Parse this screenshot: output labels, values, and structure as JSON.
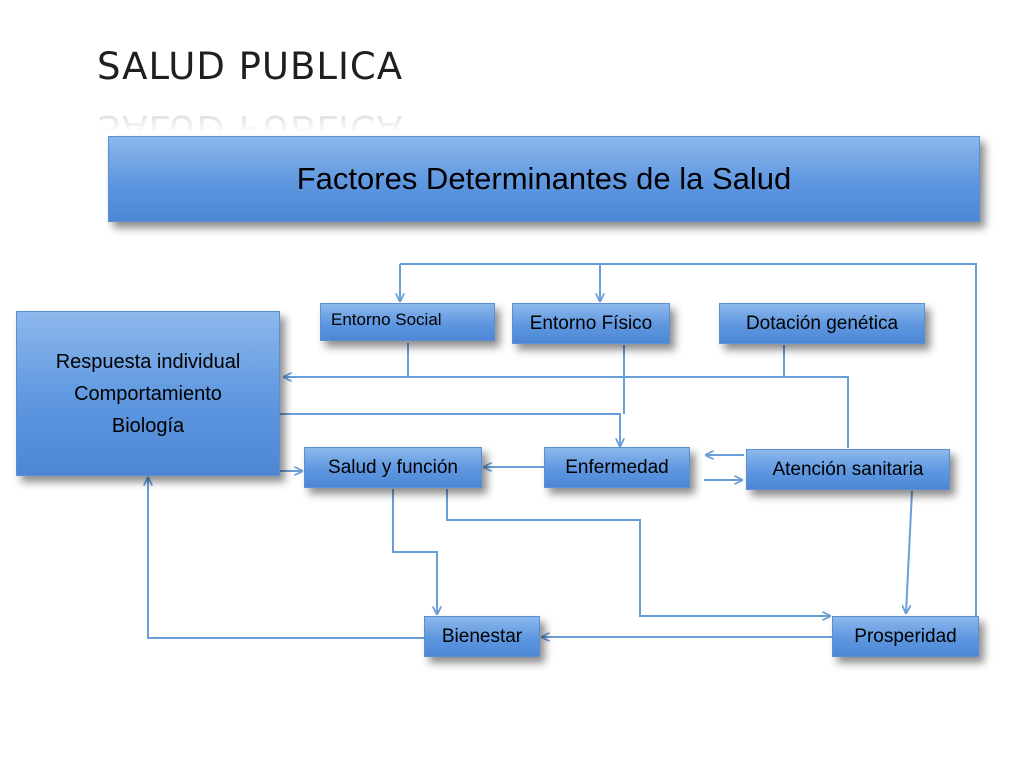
{
  "slide": {
    "title": "SALUD PUBLICA",
    "header": "Factores Determinantes de la Salud"
  },
  "nodes": {
    "entorno_social": "Entorno Social",
    "entorno_fisico": "Entorno Físico",
    "dotacion_genetica": "Dotación genética",
    "respuesta_line1": "Respuesta individual",
    "respuesta_line2": "Comportamiento",
    "respuesta_line3": "Biología",
    "salud_funcion": "Salud y función",
    "enfermedad": "Enfermedad",
    "atencion_sanitaria": "Atención sanitaria",
    "bienestar": "Bienestar",
    "prosperidad": "Prosperidad"
  },
  "colors": {
    "box_fill": "#5e97e0",
    "connector": "#6a9ed6"
  }
}
